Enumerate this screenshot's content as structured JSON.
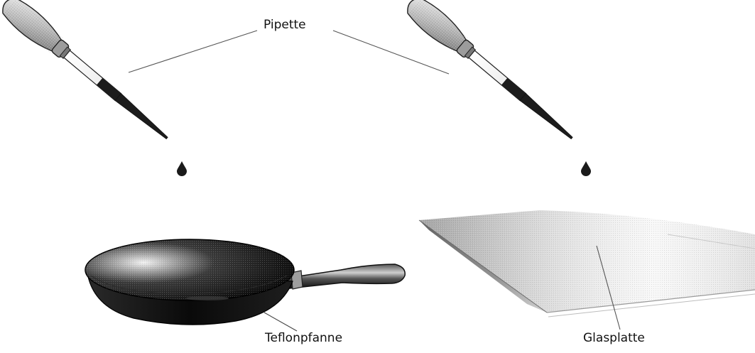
{
  "labels": {
    "pipette": "Pipette",
    "teflonpfanne": "Teflonpfanne",
    "glasplatte": "Glasplatte"
  },
  "colors": {
    "line": "#444444",
    "dark": "#1a1a1a",
    "mid_gray": "#8a8a8a",
    "light_gray": "#cfcfcf"
  },
  "icons": [
    "pipette-icon",
    "droplet-icon",
    "frying-pan-icon",
    "glass-plate-icon"
  ]
}
